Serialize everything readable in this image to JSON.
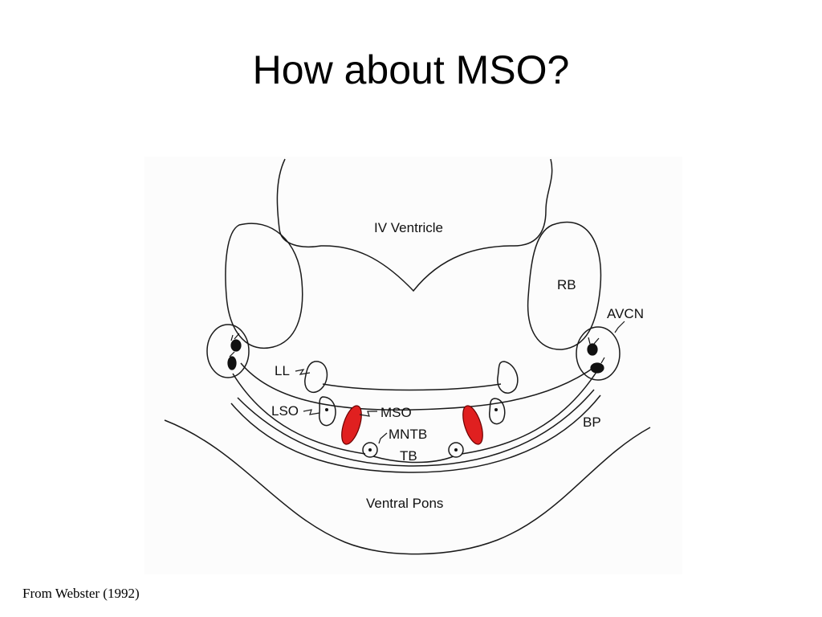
{
  "slide": {
    "title": "How about MSO?",
    "caption": "From Webster (1992)"
  },
  "diagram": {
    "labels": {
      "iv_ventricle": "IV Ventricle",
      "rb": "RB",
      "avcn": "AVCN",
      "ll": "LL",
      "lso": "LSO",
      "mso": "MSO",
      "mntb": "MNTB",
      "tb": "TB",
      "bp": "BP",
      "ventral_pons": "Ventral Pons"
    },
    "colors": {
      "mso_highlight": "#e02020",
      "line": "#1a1a1a"
    }
  }
}
